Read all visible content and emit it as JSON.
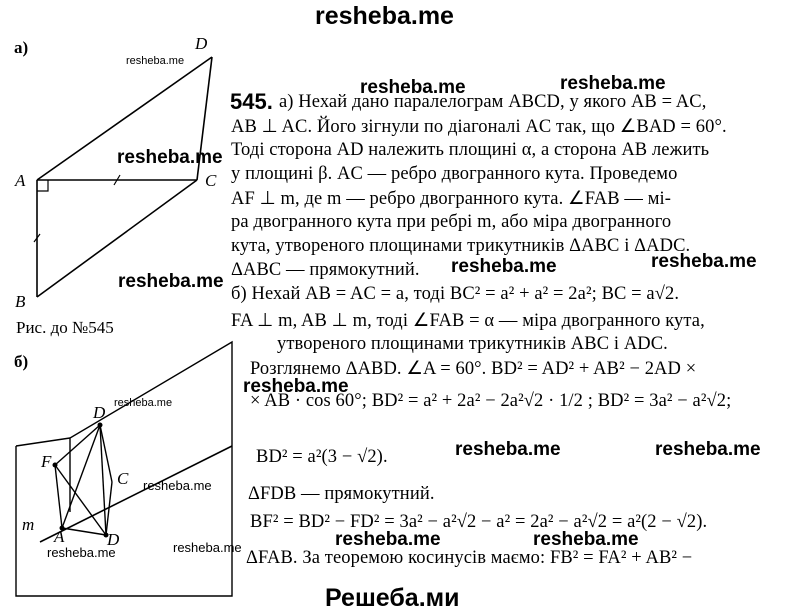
{
  "watermarks": {
    "top": "resheba.me",
    "bottom": "Решеба.ми",
    "repeat": "resheba.me"
  },
  "figure_a": {
    "label": "а)",
    "points": {
      "A": "A",
      "B": "B",
      "C": "C",
      "D": "D"
    },
    "caption": "Рис. до №545"
  },
  "figure_b": {
    "label": "б)",
    "points": {
      "F": "F",
      "D": "D",
      "C": "C",
      "A": "A",
      "D2": "D",
      "m": "m"
    }
  },
  "problem": {
    "number": "545.",
    "lines": [
      "а) Нехай дано паралелограм ABCD, у якого AB = AC,",
      "AB ⊥ AC. Його зігнули по діагоналі AC так, що ∠BAD = 60°.",
      "Тоді сторона AD належить площині α, а сторона AB лежить",
      "у площині β. AC — ребро двогранного кута. Проведемо",
      "AF ⊥ m, де m — ребро двогранного кута. ∠FAB — мі-",
      "ра двогранного кута при ребрі m, або міра двогранного",
      "кута, утвореного площинами трикутників ΔABC і ΔADC.",
      "ΔABC — прямокутний.",
      "б) Нехай AB = AC = a, тоді BC² = a² + a² = 2a²; BC = a√2.",
      "FA ⊥ m, AB ⊥ m, тоді ∠FAB = α — міра двогранного кута,",
      "утвореного площинами трикутників ABC і ADC.",
      "Розглянемо ΔABD. ∠A = 60°. BD² = AD² + AB² − 2AD ×",
      "× AB · cos 60°; BD² = a² + 2a² − 2a²√2 · 1/2 ; BD² = 3a² − a²√2;",
      "BD² = a²(3 − √2).",
      "ΔFDB — прямокутний.",
      "BF² = BD² − FD² = 3a² − a²√2 − a² = 2a² − a²√2 = a²(2 − √2).",
      "ΔFAB. За теоремою косинусів маємо: FB² = FA² + AB² −"
    ]
  }
}
